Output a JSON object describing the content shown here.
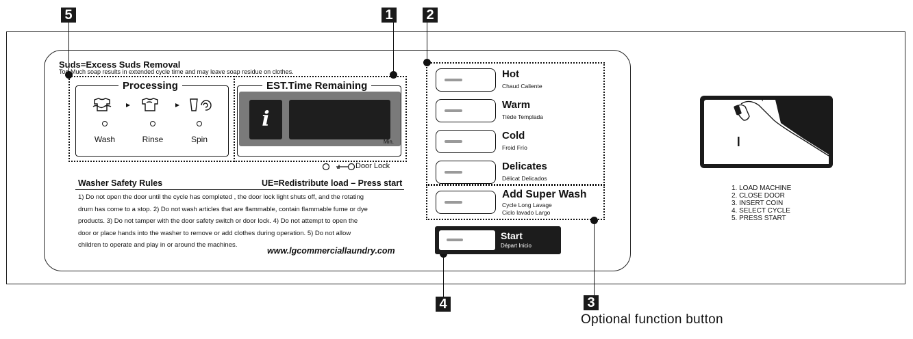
{
  "badges": [
    "5",
    "1",
    "2",
    "3",
    "4"
  ],
  "suds": {
    "title": "Suds=Excess Suds Removal",
    "note": "Too Much soap results in extended cycle time and may leave soap residue on clothes."
  },
  "processing": {
    "label": "Processing",
    "steps": [
      "Wash",
      "Rinse",
      "Spin"
    ]
  },
  "time_display": {
    "label": "EST.Time Remaining",
    "info_glyph": "i",
    "unit": "Min."
  },
  "door_lock": "Door Lock",
  "safety": {
    "title": "Washer Safety Rules",
    "ue_note": "UE=Redistribute load – Press start",
    "lines": [
      "1) Do not open the door until the cycle has completed , the door lock light shuts off, and the rotating",
      "drum has come to a stop. 2) Do not wash articles that are flammable, contain flammable fume or dye",
      "products.   3) Do not tamper with the door safety switch or door lock.  4) Do not attempt to open the",
      "door or place hands into the washer to remove or add clothes during operation.  5) Do not allow",
      "children to operate and play in or around the machines."
    ],
    "url": "www.lgcommerciallaundry.com"
  },
  "temperature_options": [
    {
      "title": "Hot",
      "sub": "Chaud  Caliente"
    },
    {
      "title": "Warm",
      "sub": "Tiède  Templada"
    },
    {
      "title": "Cold",
      "sub": "Froid  Frío"
    },
    {
      "title": "Delicates",
      "sub": "Délicat  Delicados"
    }
  ],
  "super_wash": {
    "title": "Add Super Wash",
    "sub1": "Cycle Long Lavage",
    "sub2": "Ciclo lavado Largo"
  },
  "start": {
    "title": "Start",
    "sub": "Départ  Inicio"
  },
  "instructions": [
    "1. LOAD MACHINE",
    "2. CLOSE DOOR",
    "3. INSERT COIN",
    "4. SELECT CYCLE",
    "5. PRESS START"
  ],
  "optional_label": "Optional function button"
}
